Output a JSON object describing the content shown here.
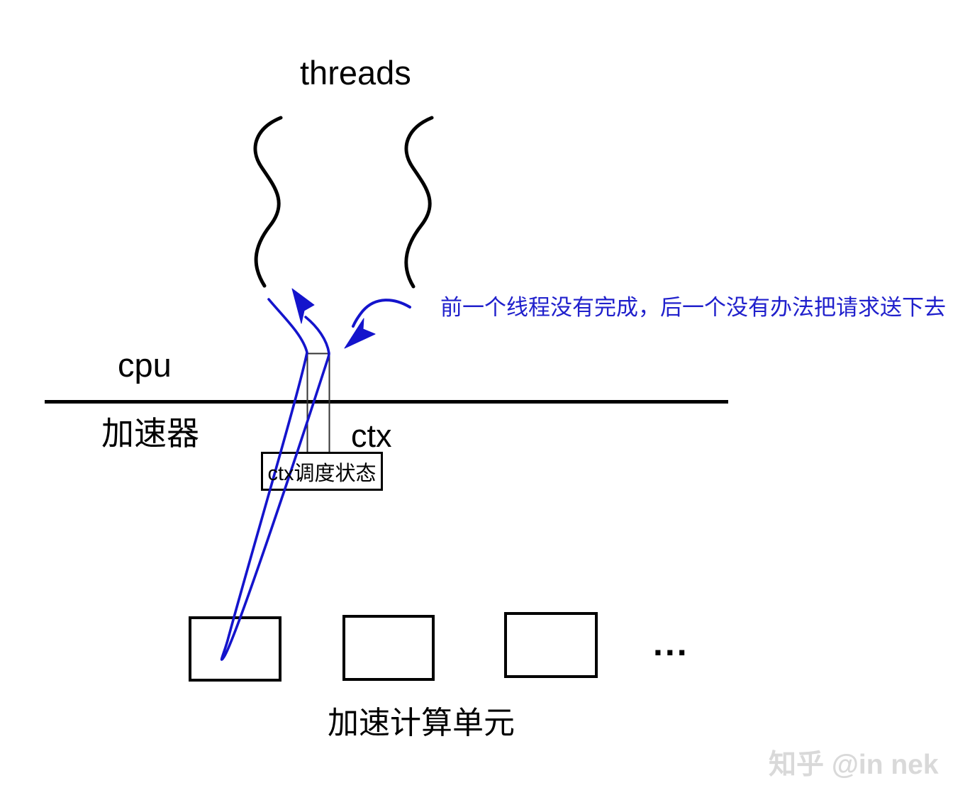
{
  "colors": {
    "blue_line": "#1414cc",
    "blue_text": "#2020cc",
    "black": "#000000",
    "watermark_gray": "#d9d9d9",
    "background": "#ffffff"
  },
  "labels": {
    "threads": "threads",
    "cpu": "cpu",
    "accelerator": "加速器",
    "ctx": "ctx",
    "ctx_state_box": "ctx调度状态",
    "compute_units": "加速计算单元",
    "ellipsis": "...",
    "annotation": "前一个线程没有完成，后一个没有办法把请求送下去",
    "watermark": "知乎 @in nek"
  }
}
